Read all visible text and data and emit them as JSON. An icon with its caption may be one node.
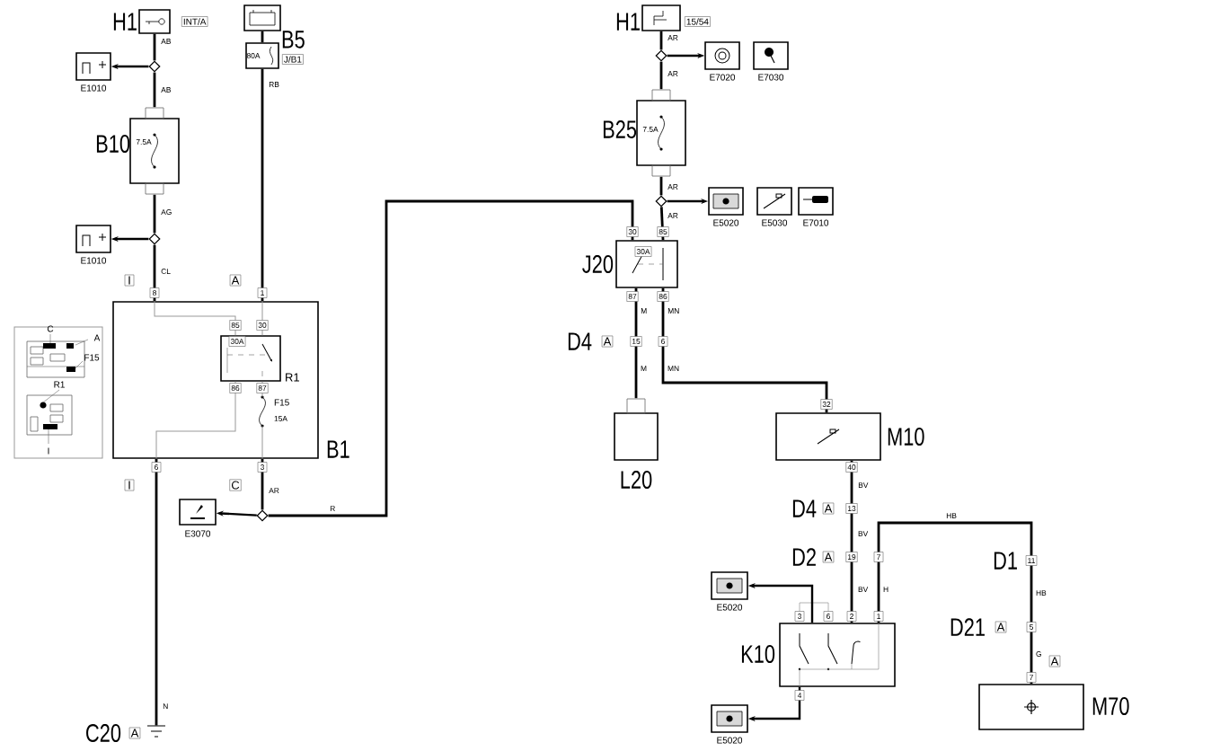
{
  "diagram": {
    "nodes": [
      {
        "text": [
          "H1",
          "INT/A"
        ]
      },
      {
        "text": [],
        "shape": "diamond"
      },
      {
        "text": [
          "E1010"
        ]
      },
      {
        "text": [
          "B10",
          "7.5A"
        ]
      },
      {
        "text": [],
        "shape": "diamond"
      },
      {
        "text": [
          "E1010"
        ]
      },
      {
        "text": [],
        "shape": "picture"
      },
      {
        "text": [
          "B5",
          "80A",
          "J/B1"
        ]
      },
      {
        "text": [
          "B1"
        ]
      },
      {
        "text": [
          "R1",
          "30A"
        ],
        "in": 8
      },
      {
        "text": [
          "F15",
          "15A"
        ],
        "in": 8
      },
      {
        "text": [],
        "shape": "diamond"
      },
      {
        "text": [
          "E3070"
        ]
      },
      {
        "text": [
          "C20"
        ]
      },
      {
        "text": [
          "H1",
          "15/54"
        ]
      },
      {
        "text": [],
        "shape": "diamond"
      },
      {
        "text": [
          "E7020"
        ]
      },
      {
        "text": [
          "E7030"
        ]
      },
      {
        "text": [
          "B25",
          "7.5A"
        ]
      },
      {
        "text": [],
        "shape": "diamond"
      },
      {
        "text": [
          "E5020"
        ]
      },
      {
        "text": [
          "E5030"
        ]
      },
      {
        "text": [
          "E7010"
        ]
      },
      {
        "text": [
          "J20",
          "30A"
        ]
      },
      {
        "text": [
          "L20"
        ]
      },
      {
        "text": [
          "M10"
        ]
      },
      {
        "text": [
          "K10"
        ]
      },
      {
        "text": [
          "E5020"
        ]
      },
      {
        "text": [
          "E5020"
        ]
      },
      {
        "text": [
          "M70"
        ]
      }
    ],
    "edges": [
      {
        "from": 0,
        "to": 1,
        "arrow": "none",
        "label": "AB"
      },
      {
        "from": 1,
        "to": 2,
        "arrow": "to"
      },
      {
        "from": 1,
        "to": 3,
        "arrow": "none",
        "label": "AB"
      },
      {
        "from": 3,
        "to": 4,
        "arrow": "none",
        "label": "AG"
      },
      {
        "from": 4,
        "to": 5,
        "arrow": "to"
      },
      {
        "from": 4,
        "to": 8,
        "arrow": "none",
        "label": "CL"
      },
      {
        "from": 6,
        "to": 7,
        "arrow": "none"
      },
      {
        "from": 7,
        "to": 8,
        "arrow": "none",
        "label": "RB"
      },
      {
        "from": 8,
        "to": 9,
        "arrow": "none",
        "color": "#999999"
      },
      {
        "from": 8,
        "to": 9,
        "arrow": "none",
        "color": "#999999"
      },
      {
        "from": 9,
        "to": 8,
        "arrow": "none",
        "color": "#999999"
      },
      {
        "from": 9,
        "to": 10,
        "arrow": "none",
        "color": "#999999"
      },
      {
        "from": 10,
        "to": 8,
        "arrow": "none",
        "color": "#999999"
      },
      {
        "from": 8,
        "to": 11,
        "arrow": "none",
        "label": "AR"
      },
      {
        "from": 11,
        "to": 12,
        "arrow": "to"
      },
      {
        "from": 11,
        "to": 23,
        "arrow": "none",
        "label": "R"
      },
      {
        "from": 8,
        "to": 13,
        "arrow": "none",
        "label": "N"
      },
      {
        "from": 14,
        "to": 15,
        "arrow": "none",
        "label": "AR"
      },
      {
        "from": 15,
        "to": 16,
        "arrow": "to"
      },
      {
        "from": 15,
        "to": 18,
        "arrow": "none",
        "label": "AR"
      },
      {
        "from": 18,
        "to": 19,
        "arrow": "none",
        "label": "AR"
      },
      {
        "from": 19,
        "to": 20,
        "arrow": "to"
      },
      {
        "from": 19,
        "to": 23,
        "arrow": "none",
        "label": "AR"
      },
      {
        "from": 23,
        "to": 24,
        "arrow": "none",
        "label": "M"
      },
      {
        "from": 23,
        "to": 25,
        "arrow": "none",
        "label": "MN"
      },
      {
        "from": 25,
        "to": 26,
        "arrow": "none",
        "label": "BV"
      },
      {
        "from": 26,
        "to": 27,
        "arrow": "to"
      },
      {
        "from": 26,
        "to": 28,
        "arrow": "to"
      },
      {
        "from": 26,
        "to": 29,
        "arrow": "none",
        "label": "HB"
      }
    ],
    "labels": [
      "I",
      "A",
      "8",
      "1",
      "85",
      "30",
      "86",
      "87",
      "6",
      "3",
      "I",
      "C",
      "C",
      "A",
      "F15",
      "R1",
      "I",
      "A",
      "30",
      "85",
      "87",
      "86",
      "D4",
      "A",
      "15",
      "6",
      "M",
      "MN",
      "32",
      "40",
      "D4",
      "A",
      "13",
      "BV",
      "D2",
      "A",
      "19",
      "7",
      "D1",
      "11",
      "BV",
      "H",
      "HB",
      "3",
      "6",
      "2",
      "1",
      "D21",
      "A",
      "5",
      "G",
      "A",
      "7",
      "4"
    ]
  }
}
